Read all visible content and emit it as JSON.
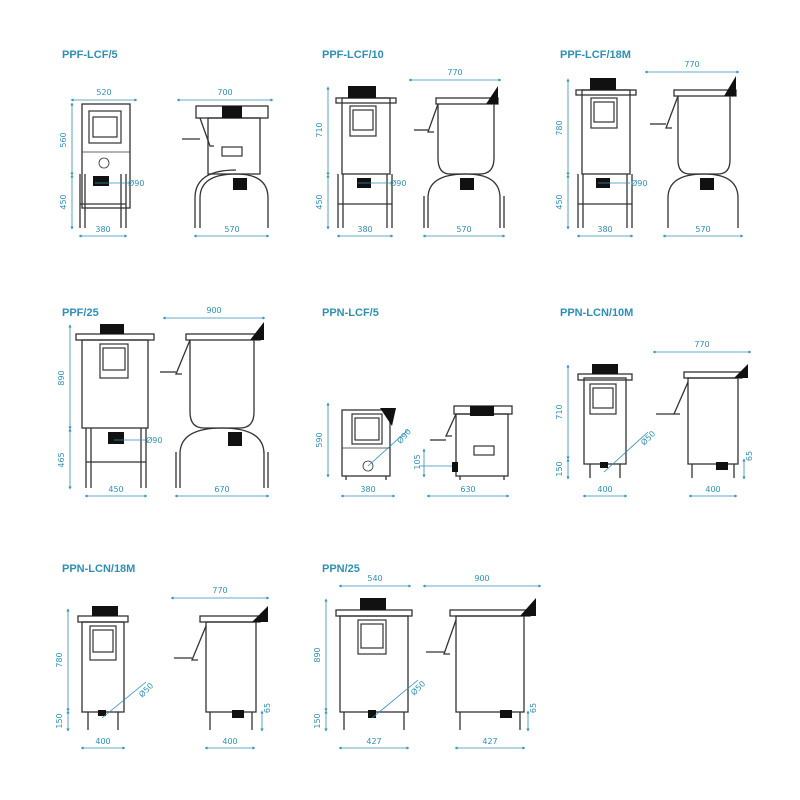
{
  "colors": {
    "accent": "#2f8fb3",
    "line": "#333333"
  },
  "models": [
    {
      "id": "PPF-LCF/5",
      "title": "PPF-LCF/5",
      "dims": {
        "front_top": "520",
        "side_top": "700",
        "height_body": "560",
        "height_stand": "450",
        "drain": "Ø90",
        "front_base": "380",
        "side_base": "570"
      }
    },
    {
      "id": "PPF-LCF/10",
      "title": "PPF-LCF/10",
      "dims": {
        "side_top": "770",
        "height_body": "710",
        "height_stand": "450",
        "drain": "Ø90",
        "front_base": "380",
        "side_base": "570"
      }
    },
    {
      "id": "PPF-LCF/18M",
      "title": "PPF-LCF/18M",
      "dims": {
        "side_top": "770",
        "height_body": "780",
        "height_stand": "450",
        "drain": "Ø90",
        "front_base": "380",
        "side_base": "570"
      }
    },
    {
      "id": "PPF/25",
      "title": "PPF/25",
      "dims": {
        "side_top": "900",
        "height_body": "890",
        "height_stand": "465",
        "drain": "Ø90",
        "front_base": "450",
        "side_base": "670"
      }
    },
    {
      "id": "PPN-LCF/5",
      "title": "PPN-LCF/5",
      "dims": {
        "height_body": "590",
        "drain": "Ø90",
        "drain_height": "105",
        "front_base": "380",
        "side_base": "630"
      }
    },
    {
      "id": "PPN-LCN/10M",
      "title": "PPN-LCN/10M",
      "dims": {
        "side_top": "770",
        "height_body": "710",
        "height_legs": "150",
        "drain": "Ø50",
        "drain_height": "65",
        "front_base": "400",
        "side_base": "400"
      }
    },
    {
      "id": "PPN-LCN/18M",
      "title": "PPN-LCN/18M",
      "dims": {
        "side_top": "770",
        "height_body": "780",
        "height_legs": "150",
        "drain": "Ø50",
        "drain_height": "65",
        "front_base": "400",
        "side_base": "400"
      }
    },
    {
      "id": "PPN/25",
      "title": "PPN/25",
      "dims": {
        "front_top": "540",
        "side_top": "900",
        "height_body": "890",
        "height_legs": "150",
        "drain": "Ø50",
        "drain_height": "65",
        "front_base": "427",
        "side_base": "427"
      }
    }
  ]
}
